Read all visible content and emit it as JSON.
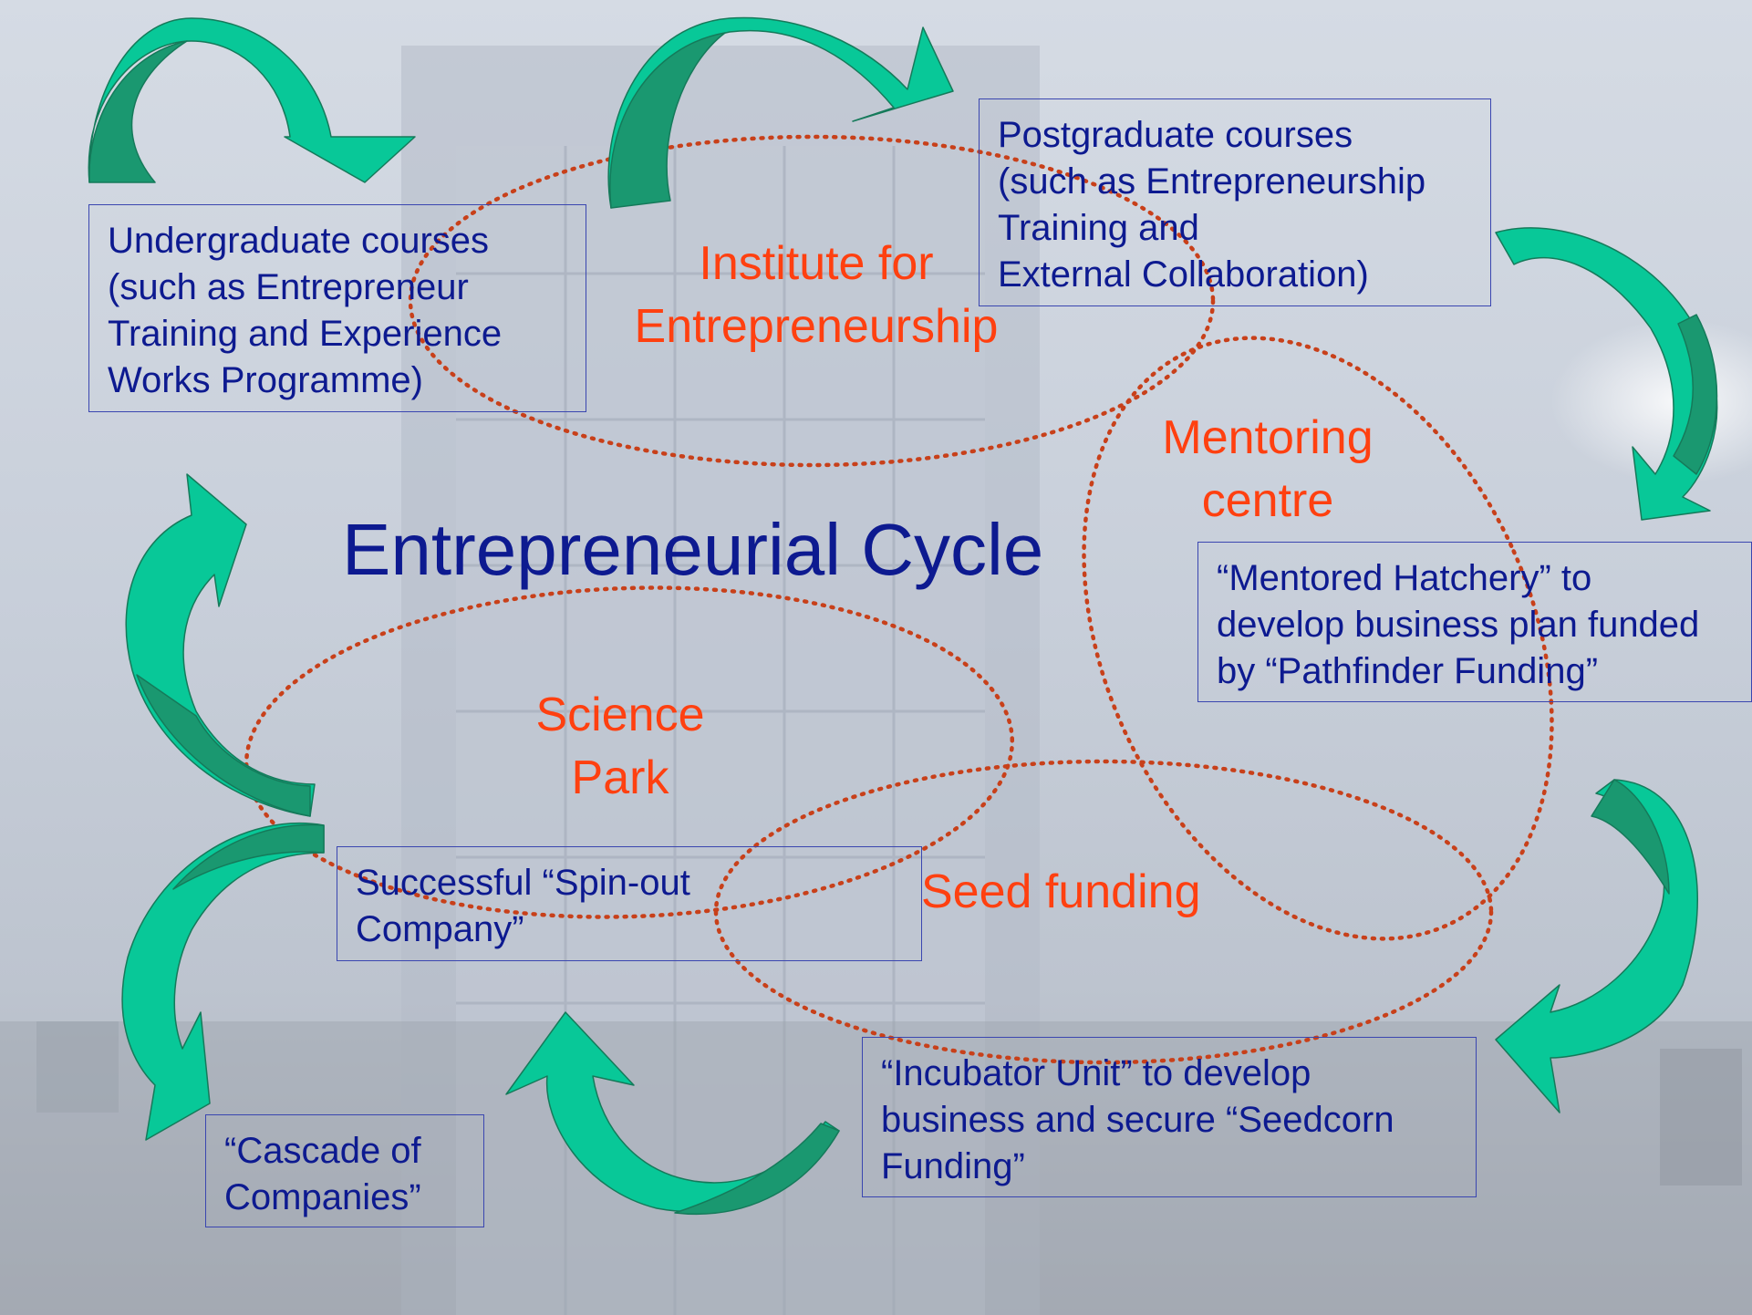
{
  "title": "Entrepreneurial Cycle",
  "colors": {
    "box_text": "#0d1a90",
    "box_border": "#3a46b0",
    "label_text": "#ff4010",
    "ellipse_dots": "#c8401a",
    "arrow_light": "#00cc99",
    "arrow_dark": "#1a9870"
  },
  "centres": {
    "institute": "Institute for\nEntrepreneurship",
    "mentoring": "Mentoring\ncentre",
    "science_park": "Science\nPark",
    "seed_funding": "Seed funding"
  },
  "stages": {
    "undergraduate": "Undergraduate courses\n(such as Entrepreneur\nTraining and Experience\nWorks Programme)",
    "postgraduate": "Postgraduate courses\n(such as Entrepreneurship\nTraining and\nExternal Collaboration)",
    "hatchery": "“Mentored Hatchery” to\ndevelop business plan funded\nby “Pathfinder Funding”",
    "incubator": "“Incubator Unit” to develop\nbusiness and secure “Seedcorn\nFunding”",
    "spinout": "Successful “Spin-out\nCompany”",
    "cascade": "“Cascade of\nCompanies”"
  }
}
